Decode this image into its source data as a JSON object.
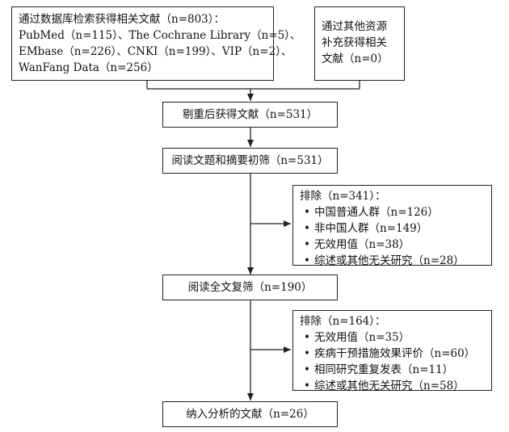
{
  "search_box": {
    "lines": [
      "通过数据库检索获得相关文献（n=803）：",
      "PubMed（n=115）、The Cochrane Library（n=5）、",
      "EMbase（n=226）、CNKI（n=199）、VIP（n=2）、",
      "WanFang Data（n=256）"
    ]
  },
  "other_sources_box": {
    "lines": [
      "通过其他资源",
      "补充获得相关",
      "文献（n=0）"
    ]
  },
  "dedup_box": {
    "label": "剔重后获得文献（n=531）"
  },
  "screening_box": {
    "label": "阅读文题和摘要初筛（n=531）"
  },
  "exclusion1_box": {
    "title": "排除（n=341）：",
    "items": [
      "中国普通人群（n=126）",
      "非中国人群（n=149）",
      "无效用值（n=38）",
      "综述或其他无关研究（n=28）"
    ]
  },
  "fulltext_box": {
    "label": "阅读全文复筛（n=190）"
  },
  "exclusion2_box": {
    "title": "排除（n=164）：",
    "items": [
      "无效用值（n=35）",
      "疾病干预措施效果评价（n=60）",
      "相同研究重复发表（n=11）",
      "综述或其他无关研究（n=58）"
    ]
  },
  "included_box": {
    "label": "纳入分析的文献（n=26）"
  },
  "bullet_symbol": "•"
}
